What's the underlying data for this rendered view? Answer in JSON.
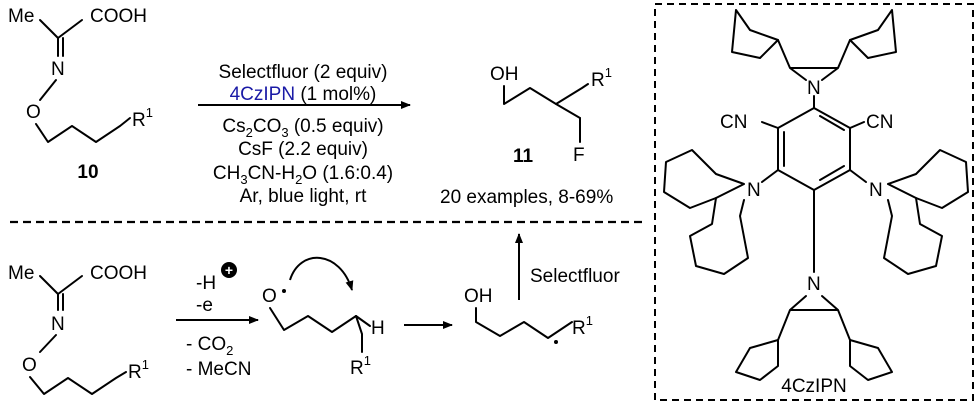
{
  "colors": {
    "catalyst": "#1a1aa6",
    "fluorine": "#8b1a1a",
    "ink": "#000000"
  },
  "substrate": {
    "me": "Me",
    "acid": "COOH",
    "n": "N",
    "o": "O",
    "r": "R",
    "r_sup": "1",
    "label": "10"
  },
  "conditions": {
    "line1": "Selectfluor (2 equiv)",
    "catalyst": "4CzIPN",
    "catalyst_rest": " (1 mol%)",
    "line3_a": "Cs",
    "line3_sub1": "2",
    "line3_b": "CO",
    "line3_sub2": "3",
    "line3_c": " (0.5 equiv)",
    "line4": "CsF (2.2 equiv)",
    "line5_a": "CH",
    "line5_sub1": "3",
    "line5_b": "CN-H",
    "line5_sub2": "2",
    "line5_c": "O (1.6:0.4)",
    "line6": "Ar, blue light, rt"
  },
  "product": {
    "oh": "OH",
    "r": "R",
    "r_sup": "1",
    "f": "F",
    "label": "11",
    "scope": "20 examples, 8-69%"
  },
  "mechanism": {
    "me": "Me",
    "acid": "COOH",
    "n": "N",
    "o": "O",
    "r": "R",
    "r_sup": "1",
    "step1_h": "-H",
    "step1_plus": "+",
    "step1_e": "-e",
    "step1_co2_a": "- CO",
    "step1_co2_sub": "2",
    "step1_mecn": "- MeCN",
    "radical_o": "O",
    "h": "H",
    "oh": "OH",
    "selectfluor": "Selectfluor"
  },
  "catalyst_box": {
    "label": "4CzIPN",
    "cn": "CN",
    "n": "N"
  }
}
